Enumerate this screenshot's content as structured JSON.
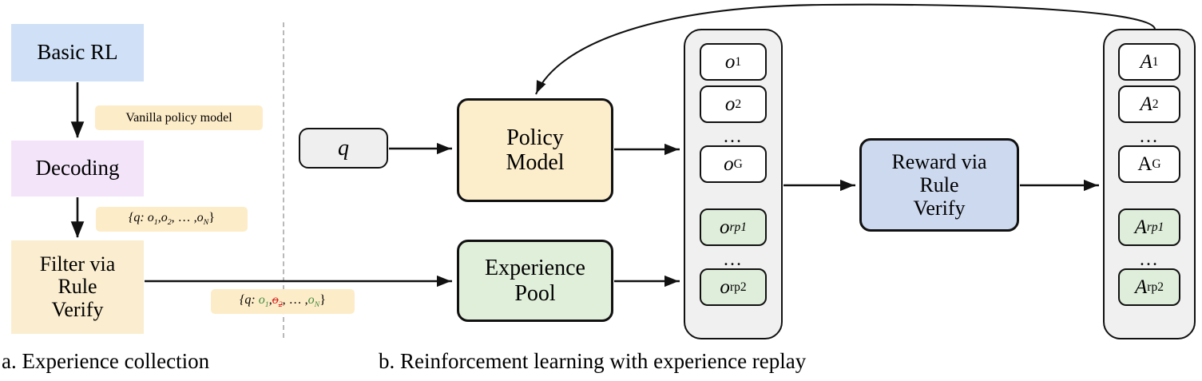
{
  "panel_a": {
    "caption": "a. Experience collection",
    "nodes": [
      {
        "id": "basic-rl",
        "label": "Basic RL",
        "color": "#cfe0f7"
      },
      {
        "id": "decoding",
        "label": "Decoding",
        "color": "#f3e4fa"
      },
      {
        "id": "filter",
        "line1": "Filter via",
        "line2": "Rule",
        "line3": "Verify",
        "color": "#fbedcf"
      }
    ],
    "annotations": {
      "vanilla": "Vanilla policy model",
      "set_full_prefix": "{q:  ",
      "set_full_o1": "o",
      "set_full_o1_sub": "1",
      "set_full_o2": "o",
      "set_full_o2_sub": "2",
      "set_full_mid": ", … ,",
      "set_full_oN": "o",
      "set_full_oN_sub": "N",
      "set_full_suffix": "}",
      "filtered_prefix": "{q:  ",
      "filtered_o1": "o",
      "filtered_o1_sub": "1",
      "filtered_o2_struck": "o",
      "filtered_o2_struck_sub": "2",
      "filtered_mid": ", … ,",
      "filtered_oN": "o",
      "filtered_oN_sub": "N",
      "filtered_suffix": "}"
    },
    "colors": {
      "kept": "#3f8a3f",
      "removed": "#d32020",
      "pill": "#fdecc8"
    }
  },
  "panel_b": {
    "caption": "b. Reinforcement learning with experience replay",
    "query_node": {
      "label": "q",
      "color": "#efefef"
    },
    "policy_model": {
      "line1": "Policy",
      "line2": "Model",
      "color": "#fceecb"
    },
    "experience_pool": {
      "line1": "Experience",
      "line2": "Pool",
      "color": "#e0efda"
    },
    "reward_node": {
      "line1": "Reward via",
      "line2": "Rule",
      "line3": "Verify",
      "color": "#ccd9ef"
    },
    "output_column": {
      "items": [
        {
          "base": "o",
          "sub": "1",
          "sub_italic": false,
          "green": false
        },
        {
          "base": "o",
          "sub": "2",
          "sub_italic": false,
          "green": false
        },
        {
          "ellipsis": "…"
        },
        {
          "base": "o",
          "sub": "G",
          "sub_italic": false,
          "green": false
        },
        {
          "base": "o",
          "sub": "rp1",
          "sub_italic": true,
          "green": true
        },
        {
          "ellipsis": "…"
        },
        {
          "base": "o",
          "sub": "rp2",
          "sub_italic": false,
          "green": true
        }
      ]
    },
    "advantage_column": {
      "items": [
        {
          "base": "A",
          "sub": "1",
          "sub_italic": false,
          "green": false
        },
        {
          "base": "A",
          "sub": "2",
          "sub_italic": false,
          "green": false
        },
        {
          "ellipsis": "…"
        },
        {
          "base": "A",
          "sub": "G",
          "sub_italic": false,
          "green": false,
          "base_upright": true
        },
        {
          "base": "A",
          "sub": "rp1",
          "sub_italic": true,
          "green": true
        },
        {
          "ellipsis": "…"
        },
        {
          "base": "A",
          "sub": "rp2",
          "sub_italic": false,
          "green": true
        }
      ]
    }
  }
}
